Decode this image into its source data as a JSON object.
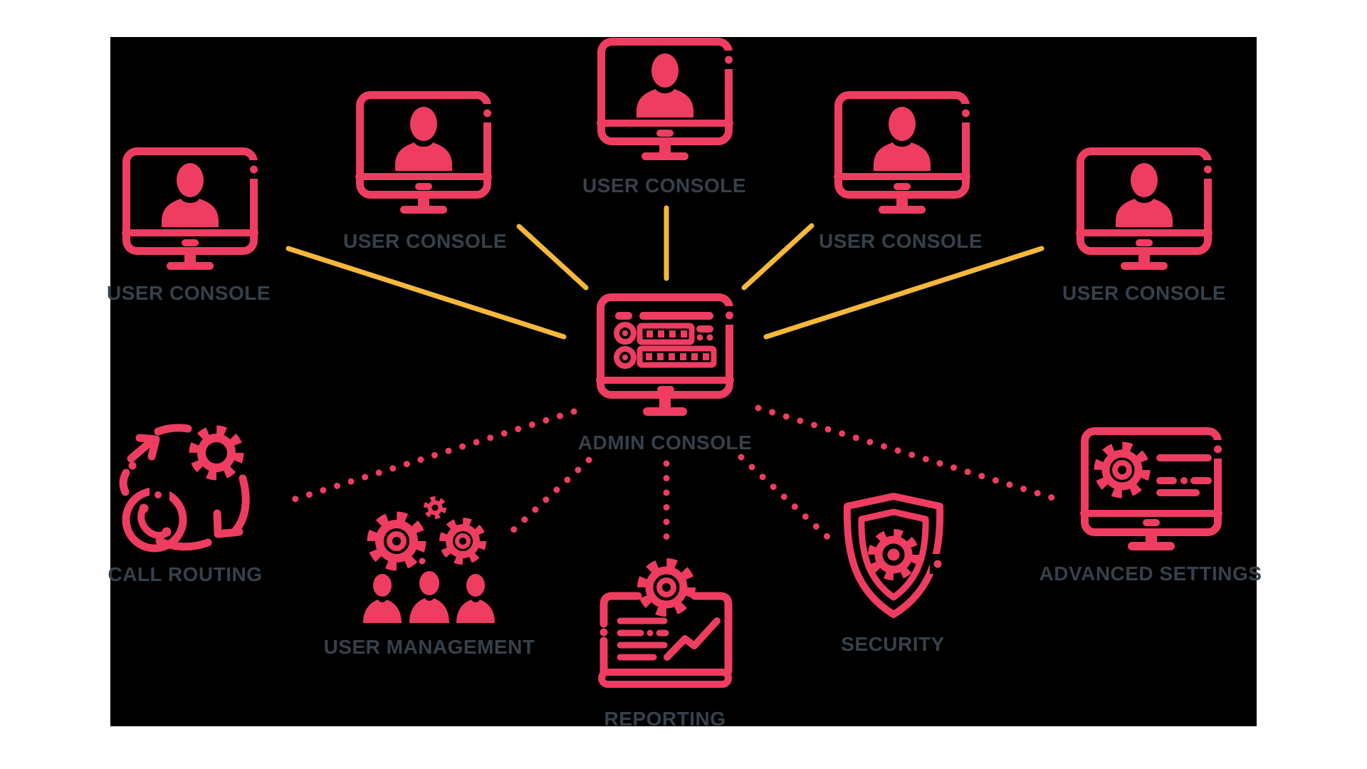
{
  "diagram": {
    "center_node": {
      "id": "admin-console",
      "label": "ADMIN CONSOLE",
      "icon": "admin-dashboard-monitor-icon"
    },
    "user_consoles": [
      {
        "id": "user-console-1",
        "label": "USER CONSOLE",
        "icon": "monitor-user-icon"
      },
      {
        "id": "user-console-2",
        "label": "USER CONSOLE",
        "icon": "monitor-user-icon"
      },
      {
        "id": "user-console-3",
        "label": "USER CONSOLE",
        "icon": "monitor-user-icon"
      },
      {
        "id": "user-console-4",
        "label": "USER CONSOLE",
        "icon": "monitor-user-icon"
      },
      {
        "id": "user-console-5",
        "label": "USER CONSOLE",
        "icon": "monitor-user-icon"
      }
    ],
    "modules": [
      {
        "id": "call-routing",
        "label": "CALL ROUTING",
        "icon": "phone-sync-gear-icon"
      },
      {
        "id": "user-management",
        "label": "USER MANAGEMENT",
        "icon": "gears-people-icon"
      },
      {
        "id": "reporting",
        "label": "REPORTING",
        "icon": "laptop-chart-gear-icon"
      },
      {
        "id": "security",
        "label": "SECURITY",
        "icon": "shield-gear-icon"
      },
      {
        "id": "advanced-settings",
        "label": "ADVANCED SETTINGS",
        "icon": "monitor-gear-lines-icon"
      }
    ],
    "connections": {
      "solid_yellow": "admin console to each of 5 user consoles",
      "dotted_pink": "admin console to each of 5 admin modules"
    },
    "colors": {
      "accent_pink": "#EE3D60",
      "connector_yellow": "#F6B83B",
      "label_gray": "#36414B",
      "board_background": "#000000",
      "page_background": "#FFFFFF"
    }
  }
}
